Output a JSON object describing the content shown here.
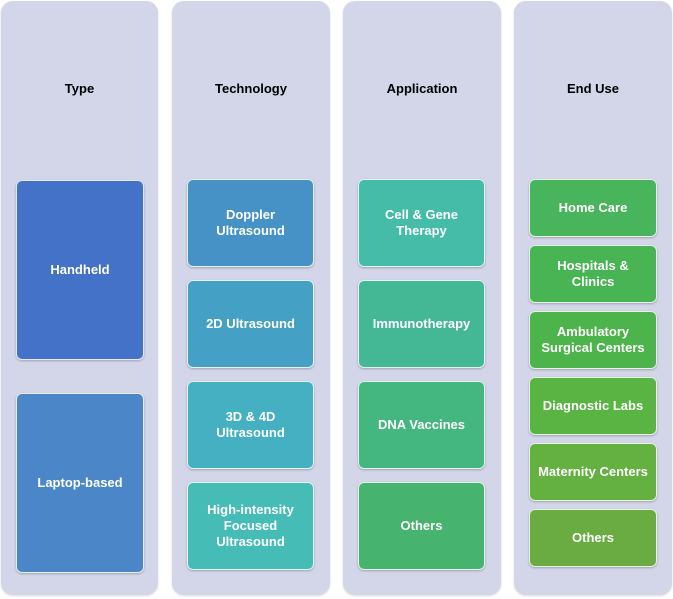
{
  "columns": [
    {
      "header": "Type",
      "items": [
        {
          "label": "Handheld",
          "color": "#4472c8"
        },
        {
          "label": "Laptop-based",
          "color": "#4a86c8"
        }
      ]
    },
    {
      "header": "Technology",
      "items": [
        {
          "label": "Doppler Ultrasound",
          "color": "#4692c6"
        },
        {
          "label": "2D Ultrasound",
          "color": "#44a0c4"
        },
        {
          "label": "3D & 4D Ultrasound",
          "color": "#44b0c2"
        },
        {
          "label": "High-intensity Focused Ultrasound",
          "color": "#46bcb6"
        }
      ]
    },
    {
      "header": "Application",
      "items": [
        {
          "label": "Cell & Gene Therapy",
          "color": "#44bca8"
        },
        {
          "label": "Immunotherapy",
          "color": "#44b894"
        },
        {
          "label": "DNA Vaccines",
          "color": "#44b680"
        },
        {
          "label": "Others",
          "color": "#46b46e"
        }
      ]
    },
    {
      "header": "End Use",
      "items": [
        {
          "label": "Home Care",
          "color": "#48b45c"
        },
        {
          "label": "Hospitals & Clinics",
          "color": "#48b454"
        },
        {
          "label": "Ambulatory Surgical Centers",
          "color": "#4cb44a"
        },
        {
          "label": "Diagnostic Labs",
          "color": "#5ab444"
        },
        {
          "label": "Maternity Centers",
          "color": "#64b040"
        },
        {
          "label": "Others",
          "color": "#6aac42"
        }
      ]
    }
  ]
}
